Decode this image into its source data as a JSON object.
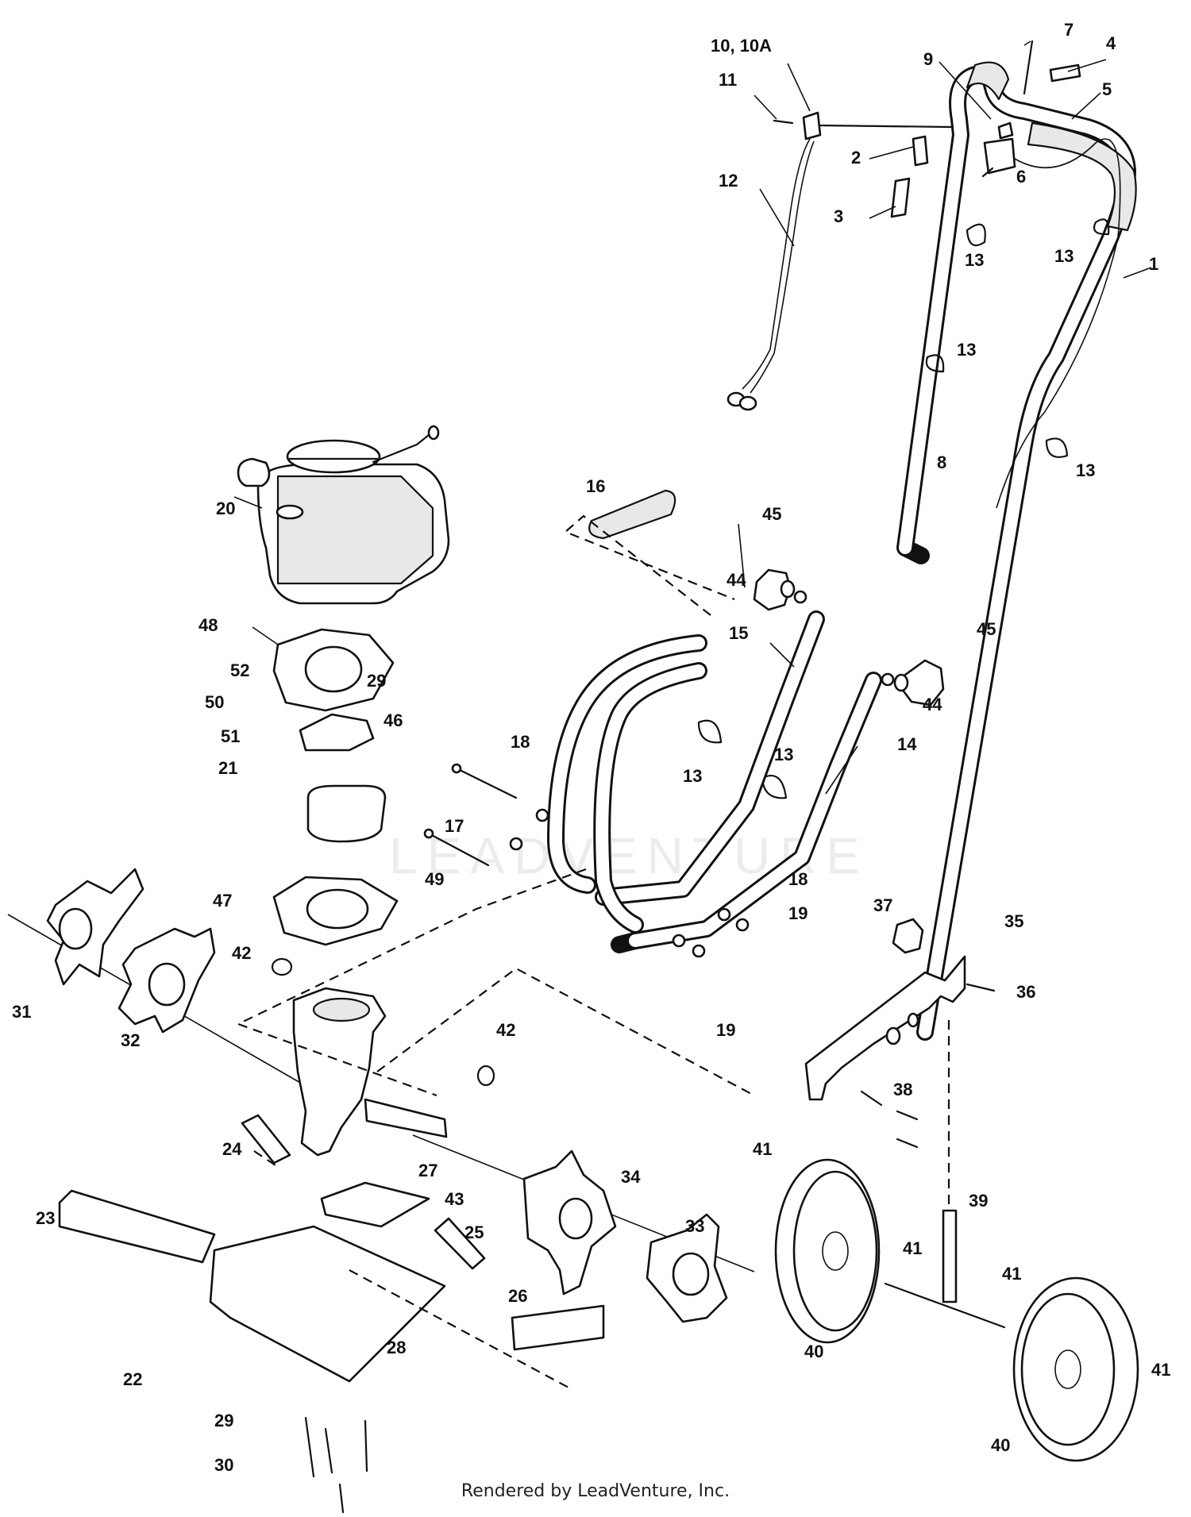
{
  "labels": {
    "l1": "1",
    "l2": "2",
    "l3": "3",
    "l4": "4",
    "l5": "5",
    "l6": "6",
    "l7": "7",
    "l8": "8",
    "l9": "9",
    "l10": "10, 10A",
    "l11": "11",
    "l12": "12",
    "l13a": "13",
    "l13b": "13",
    "l13c": "13",
    "l13d": "13",
    "l13e": "13",
    "l13f": "13",
    "l14": "14",
    "l15": "15",
    "l16": "16",
    "l17": "17",
    "l18a": "18",
    "l18b": "18",
    "l19a": "19",
    "l19b": "19",
    "l20": "20",
    "l21": "21",
    "l22": "22",
    "l23": "23",
    "l24": "24",
    "l25": "25",
    "l26": "26",
    "l27": "27",
    "l28": "28",
    "l29a": "29",
    "l29b": "29",
    "l30": "30",
    "l31": "31",
    "l32": "32",
    "l33": "33",
    "l34": "34",
    "l35": "35",
    "l36": "36",
    "l37": "37",
    "l38": "38",
    "l39": "39",
    "l40a": "40",
    "l40b": "40",
    "l41a": "41",
    "l41b": "41",
    "l41c": "41",
    "l41d": "41",
    "l42a": "42",
    "l42b": "42",
    "l43": "43",
    "l44a": "44",
    "l44b": "44",
    "l45a": "45",
    "l45b": "45",
    "l46": "46",
    "l47": "47",
    "l48": "48",
    "l49": "49",
    "l50": "50",
    "l51": "51",
    "l52": "52"
  },
  "watermark": "LEADVENTURE",
  "footer": "Rendered by LeadVenture, Inc."
}
